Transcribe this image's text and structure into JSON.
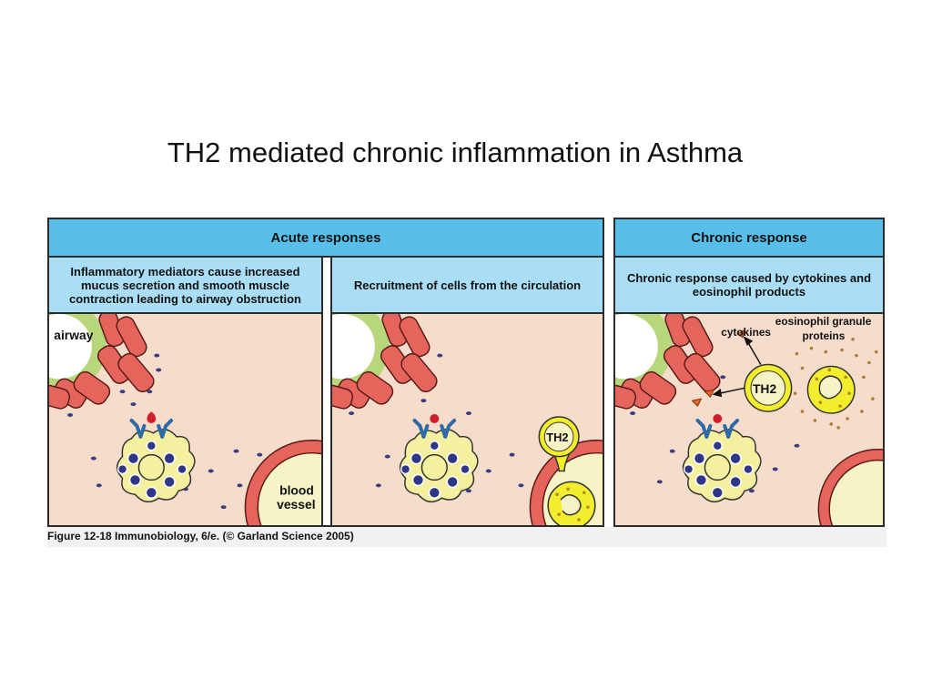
{
  "slide": {
    "title": "TH2 mediated chronic inflammation in Asthma"
  },
  "figure": {
    "acute": {
      "header": "Acute responses",
      "panel1_text": "Inflammatory mediators cause increased mucus secretion and smooth muscle contraction leading to airway obstruction",
      "panel2_text": "Recruitment of cells from the circulation",
      "labels": {
        "airway": "airway",
        "blood_vessel_line1": "blood",
        "blood_vessel_line2": "vessel",
        "th2": "TH2"
      }
    },
    "chronic": {
      "header": "Chronic response",
      "panel_text": "Chronic response caused by cytokines and eosinophil products",
      "labels": {
        "cytokines": "cytokines",
        "granule_line1": "eosinophil granule",
        "granule_line2": "proteins",
        "th2": "TH2"
      }
    },
    "caption": "Figure 12-18  Immunobiology, 6/e. (© Garland Science 2005)"
  },
  "colors": {
    "header_blue": "#58bfeb",
    "subheader_blue": "#a9def6",
    "tissue": "#f6dccb",
    "smooth_muscle": "#e5655d",
    "airway_lining": "#b7d77a",
    "mast_cell": "#f4f0a0",
    "granule": "#2f3685",
    "th2_cell": "#f2ee2e",
    "cytokine": "#e8682a"
  }
}
